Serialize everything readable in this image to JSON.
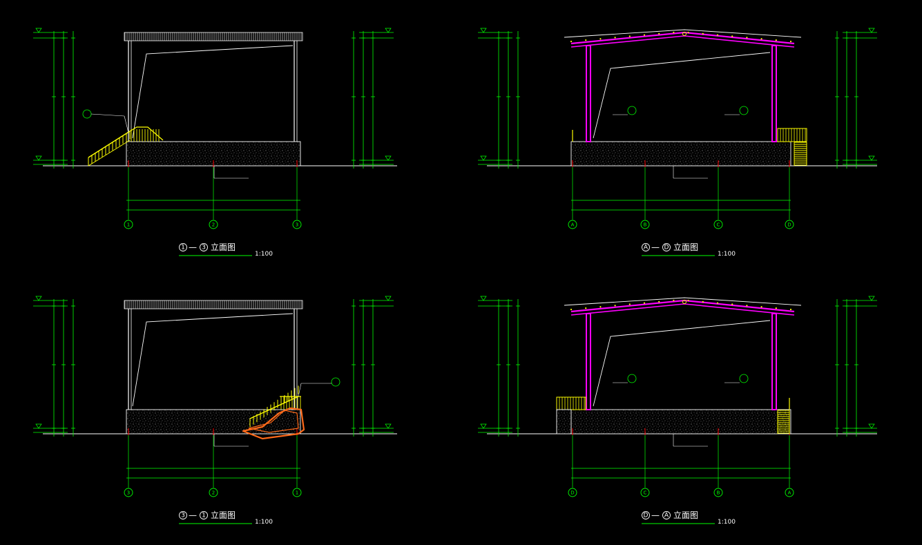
{
  "drawings": [
    {
      "title_axis_start": "1",
      "title_axis_end": "3",
      "title_sep": "—",
      "title_text": "立面图",
      "scale": "1:100",
      "axes": [
        "1",
        "2",
        "3"
      ]
    },
    {
      "title_axis_start": "A",
      "title_axis_end": "D",
      "title_sep": "—",
      "title_text": "立面图",
      "scale": "1:100",
      "axes": [
        "A",
        "B",
        "C",
        "D"
      ]
    },
    {
      "title_axis_start": "3",
      "title_axis_end": "1",
      "title_sep": "—",
      "title_text": "立面图",
      "scale": "1:100",
      "axes": [
        "3",
        "2",
        "1"
      ]
    },
    {
      "title_axis_start": "D",
      "title_axis_end": "A",
      "title_sep": "—",
      "title_text": "立面图",
      "scale": "1:100",
      "axes": [
        "D",
        "C",
        "B",
        "A"
      ]
    }
  ],
  "colors": {
    "background": "#000000",
    "dimension": "#00ff00",
    "structure": "#ffffff",
    "railing": "#ffff00",
    "steel_frame": "#ff00ff",
    "axis_tick": "#ff0000",
    "revision_cloud": "#ff6a1a"
  }
}
